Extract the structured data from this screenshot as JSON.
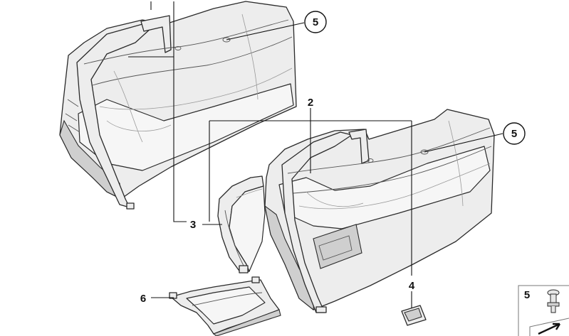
{
  "callouts": {
    "part_5_top": "5",
    "part_2": "2",
    "part_5_right": "5",
    "part_3": "3",
    "part_4": "4",
    "part_6": "6",
    "legend_5": "5"
  },
  "colors": {
    "part_fill": "#ededed",
    "outline": "#2a2a2a",
    "background": "#ffffff"
  }
}
